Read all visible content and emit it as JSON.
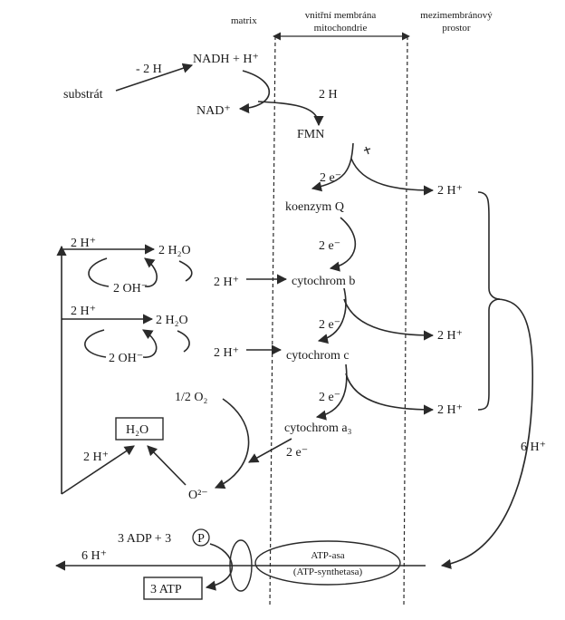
{
  "headers": {
    "matrix": "matrix",
    "membrane": [
      "vnitřní membrána",
      "mitochondrie"
    ],
    "space": [
      "mezimembránový",
      "prostor"
    ]
  },
  "labels": {
    "substrat": "substrát",
    "minus2h": "- 2 H",
    "nadh": "NADH + H⁺",
    "nad": "NAD⁺",
    "twoH": "2 H",
    "fmn": "FMN",
    "e1": "2 e⁻",
    "hplus1": "2 H⁺",
    "koenzym": "koenzym Q",
    "e2": "2 e⁻",
    "cytb": "cytochrom b",
    "e3": "2 e⁻",
    "hplus2": "2 H⁺",
    "cytc": "cytochrom c",
    "e4": "2 e⁻",
    "hplus3": "2 H⁺",
    "cyta3": "cytochrom a₃",
    "e5": "2 e⁻",
    "leftH1": "2 H⁺",
    "water1": "2 H₂O",
    "oh1": "2 OH⁻",
    "midH1": "2 H⁺",
    "leftH2": "2 H⁺",
    "water2": "2 H₂O",
    "oh2": "2 OH⁻",
    "midH2": "2 H⁺",
    "halfO2": "1/2 O₂",
    "h2o": "H₂O",
    "h2oH": "2 H⁺",
    "o2minus": "O²⁻",
    "sixH": "6 H⁺",
    "adp": "3 ADP + 3",
    "p": "P",
    "sixHbottom": "6 H⁺",
    "atpasa": "ATP-asa",
    "synthetasa": "(ATP-synthetasa)",
    "atp": "3 ATP"
  }
}
